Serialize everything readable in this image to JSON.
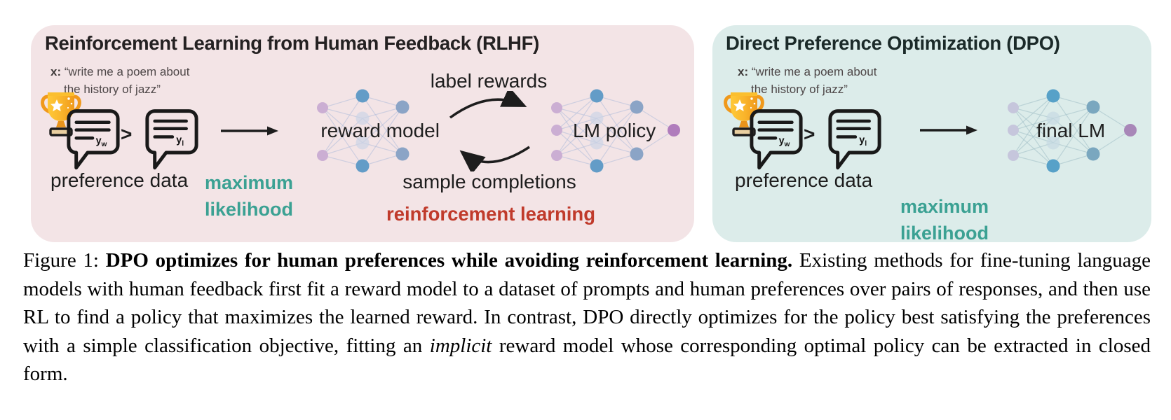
{
  "colors": {
    "rlhf_bg": "#f3e4e6",
    "dpo_bg": "#dcecea",
    "teal_text": "#3ba193",
    "red_text": "#c03a2b",
    "title_dark": "#242122",
    "dpo_title": "#1b2a29",
    "prompt_gray": "#4e4748",
    "trophy_gold": "#f5a61d",
    "trophy_gold_light": "#ffc938",
    "trophy_base_tan": "#e9cfa0"
  },
  "rlhf_net_palette": {
    "link": "#b6c0dc",
    "lavender": "#cbaed3",
    "blue": "#639cc7",
    "steel": "#8ba4c6",
    "pale": "#ccd4e6",
    "purple": "#b07cbc"
  },
  "dpo_net_palette": {
    "link": "#a6c3ca",
    "lavender": "#c6c6dc",
    "blue": "#57a1c8",
    "steel": "#7aa7bf",
    "pale": "#c6dae2",
    "purple": "#a887b8"
  },
  "shared": {
    "prompt_x": "x:",
    "prompt_line1": "“write me a poem about",
    "prompt_line2": "the history of jazz”",
    "y_symbol": "y",
    "winner_subscript": "w",
    "loser_subscript": "l",
    "preferred_symbol": ">",
    "preference_data": "preference data",
    "maximum_likelihood": "maximum\nlikelihood"
  },
  "rlhf": {
    "title": "Reinforcement Learning from Human Feedback (RLHF)",
    "reward_model": "reward model",
    "label_rewards": "label rewards",
    "lm_policy": "LM policy",
    "sample_completions": "sample completions",
    "reinforcement_learning": "reinforcement learning"
  },
  "dpo": {
    "title": "Direct Preference Optimization (DPO)",
    "final_lm": "final LM"
  },
  "caption": {
    "prefix": "Figure 1:",
    "bold": "DPO optimizes for human preferences while avoiding reinforcement learning.",
    "body1": "Existing methods for fine-tuning language models with human feedback first fit a reward model to a dataset of prompts and human preferences over pairs of responses, and then use RL to find a policy that maximizes the learned reward. In contrast, DPO directly optimizes for the policy best satisfying the preferences with a simple classification objective, fitting an",
    "italic": "implicit",
    "body2": "reward model whose corresponding optimal policy can be extracted in closed form."
  }
}
